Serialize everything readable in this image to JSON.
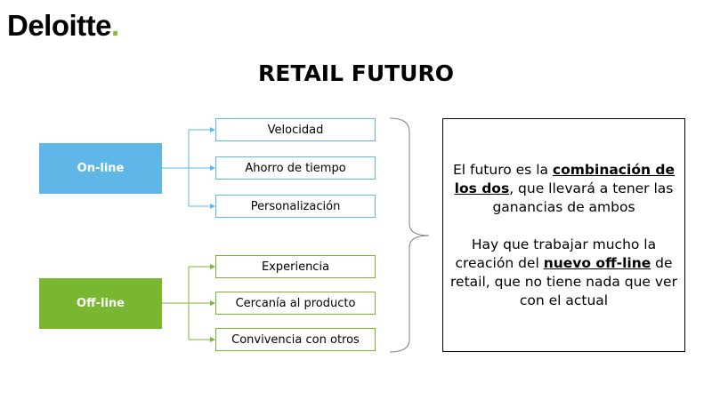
{
  "logo": {
    "text": "Deloitte",
    "dot": "."
  },
  "title": "RETAIL FUTURO",
  "colors": {
    "online": "#5eb7e6",
    "offline": "#78b72f",
    "brand_dot": "#86bc25"
  },
  "online": {
    "label": "On-line",
    "items": [
      "Velocidad",
      "Ahorro de tiempo",
      "Personalización"
    ]
  },
  "offline": {
    "label": "Off-line",
    "items": [
      "Experiencia",
      "Cercanía al producto",
      "Convivencia con otros"
    ]
  },
  "panel": {
    "p1": {
      "pre": "El futuro es la ",
      "bold": "combinación de los dos",
      "post": ", que llevará a tener las ganancias de ambos"
    },
    "p2": {
      "pre": "Hay que trabajar mucho la creación del ",
      "bold": "nuevo off-line",
      "post": " de retail, que no tiene nada que ver con el actual"
    }
  }
}
